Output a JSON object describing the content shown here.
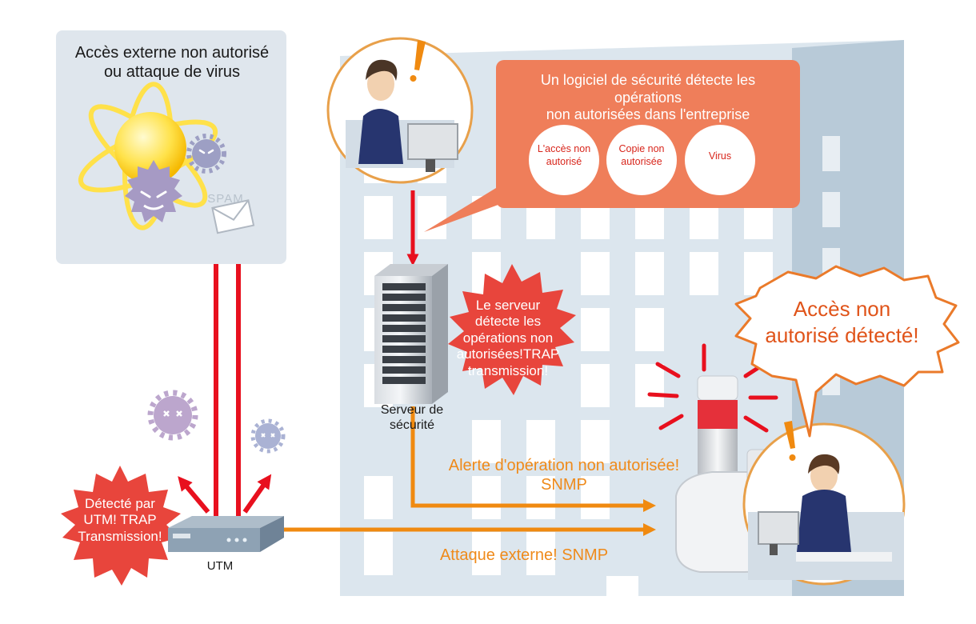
{
  "external": {
    "title": "Accès externe non autorisé\nou attaque de virus",
    "spam_label": "SPAM"
  },
  "software_bubble": {
    "text": "Un logiciel de sécurité détecte les opérations\nnon autorisées dans l'entreprise",
    "badges": [
      "L'accès non\nautorisé",
      "Copie non\nautorisée",
      "Virus"
    ]
  },
  "server": {
    "burst": "Le serveur\ndétecte les\nopérations non\nautorisées!TRAP\ntransmission!",
    "label": "Serveur de\nsécurité"
  },
  "utm": {
    "burst": "Détecté par\nUTM! TRAP\nTransmission!",
    "label": "UTM"
  },
  "alerts": {
    "unauthorized": "Alerte d'opération non autorisée!\nSNMP",
    "external": "Attaque externe! SNMP"
  },
  "speech": "Accès non\nautorisé détecté!",
  "icons": {
    "virus": "virus-icon",
    "envelope": "envelope-icon",
    "server": "server-rack-icon",
    "router": "utm-router-icon",
    "beacon": "signal-tower-light-icon",
    "person": "office-worker-icon",
    "monitor": "monitor-icon",
    "exclamation": "exclamation-icon"
  },
  "colors": {
    "attack_arrow": "#e8101e",
    "snmp_arrow": "#f08a10",
    "bubble": "#ef7e5a",
    "burst": "#e8453c",
    "speech_text": "#e0541a",
    "building": "#dce6ee"
  }
}
